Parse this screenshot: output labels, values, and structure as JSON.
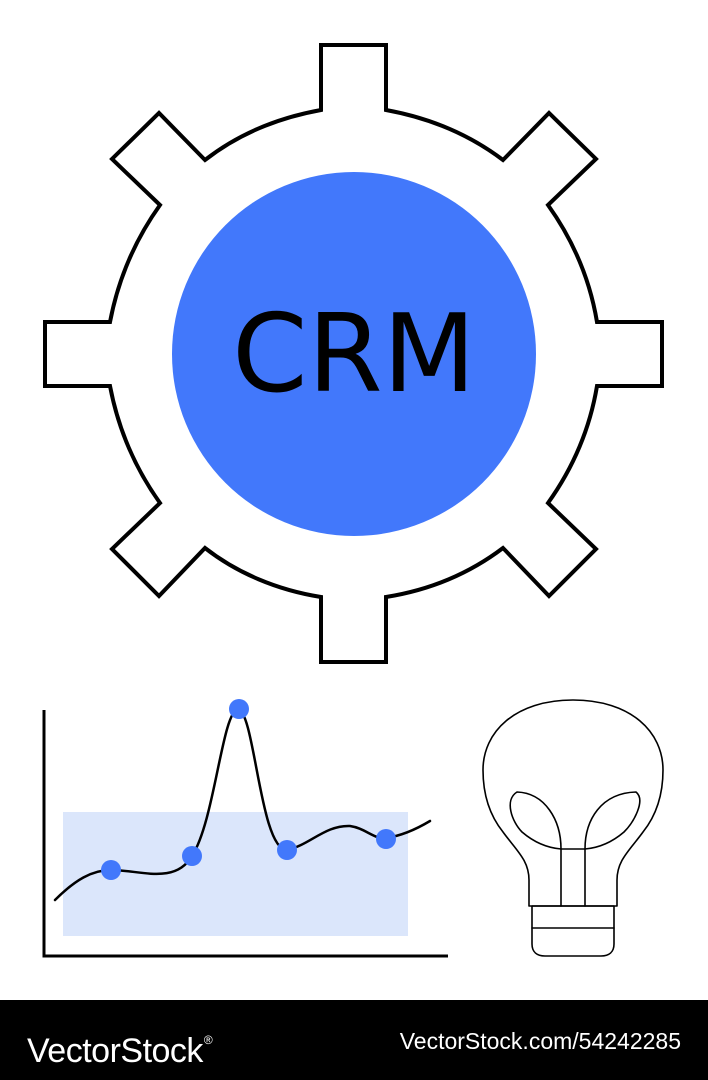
{
  "gear": {
    "label": "CRM",
    "fill_color": "#ffffff",
    "stroke_color": "#000000",
    "badge_color": "#4278fb",
    "icon": "gear-icon"
  },
  "chart_panel": {
    "icon": "line-chart-icon",
    "band_color": "#dbe6fb",
    "line_color": "#000000",
    "point_color": "#4278fb"
  },
  "bulb": {
    "icon": "light-bulb-icon",
    "stroke_color": "#000000"
  },
  "watermark": {
    "brand": "VectorStock",
    "registered_mark": "®",
    "stock_id": "VectorStock.com/54242285"
  }
}
